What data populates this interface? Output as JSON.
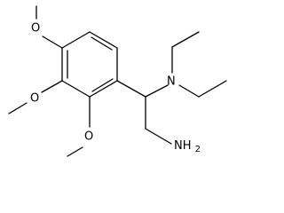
{
  "molecule": {
    "atoms": {
      "oxygen_top": "O",
      "oxygen_middle": "O",
      "oxygen_bottom": "O",
      "nitrogen": "N",
      "amine": "NH2",
      "amine_main": "NH",
      "amine_subscript": "2"
    }
  }
}
